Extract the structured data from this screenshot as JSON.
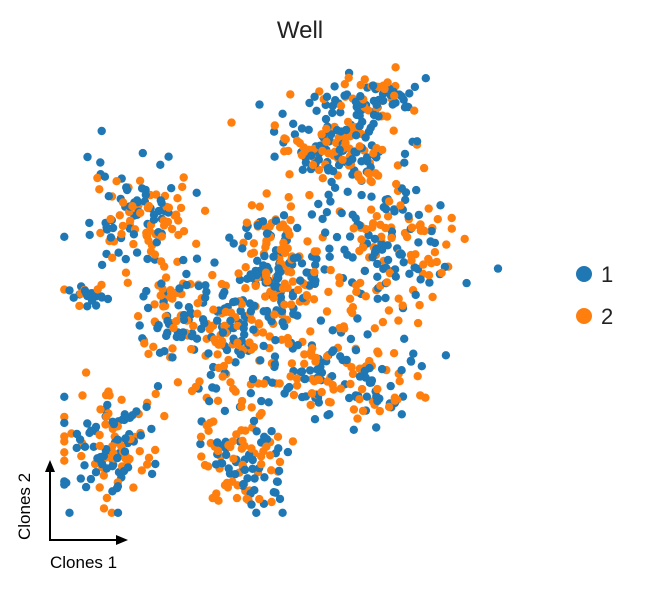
{
  "chart_data": {
    "type": "scatter",
    "title": "Well",
    "xlabel": "Clones 1",
    "ylabel": "Clones 2",
    "xlim": [
      0,
      10
    ],
    "ylim": [
      0,
      10
    ],
    "grid": false,
    "legend_position": "right",
    "series": [
      {
        "name": "1",
        "color": "#1f77b4"
      },
      {
        "name": "2",
        "color": "#ff7f0e"
      }
    ],
    "clusters": [
      {
        "cx": 5.9,
        "cy": 8.2,
        "sx": 0.65,
        "sy": 0.45,
        "n": 170
      },
      {
        "cx": 6.6,
        "cy": 9.3,
        "sx": 0.55,
        "sy": 0.25,
        "n": 70
      },
      {
        "cx": 6.9,
        "cy": 5.8,
        "sx": 0.75,
        "sy": 0.85,
        "n": 170
      },
      {
        "cx": 4.6,
        "cy": 5.4,
        "sx": 0.65,
        "sy": 0.85,
        "n": 210
      },
      {
        "cx": 3.6,
        "cy": 3.9,
        "sx": 0.55,
        "sy": 0.75,
        "n": 120
      },
      {
        "cx": 1.7,
        "cy": 6.6,
        "sx": 0.55,
        "sy": 0.55,
        "n": 120
      },
      {
        "cx": 0.6,
        "cy": 4.9,
        "sx": 0.25,
        "sy": 0.12,
        "n": 25
      },
      {
        "cx": 2.4,
        "cy": 4.4,
        "sx": 0.45,
        "sy": 0.65,
        "n": 80
      },
      {
        "cx": 1.1,
        "cy": 1.6,
        "sx": 0.5,
        "sy": 0.65,
        "n": 130
      },
      {
        "cx": 3.9,
        "cy": 1.1,
        "sx": 0.5,
        "sy": 0.5,
        "n": 110
      },
      {
        "cx": 5.5,
        "cy": 3.1,
        "sx": 0.55,
        "sy": 0.6,
        "n": 90
      },
      {
        "cx": 6.9,
        "cy": 2.8,
        "sx": 0.4,
        "sy": 0.45,
        "n": 50
      }
    ]
  }
}
